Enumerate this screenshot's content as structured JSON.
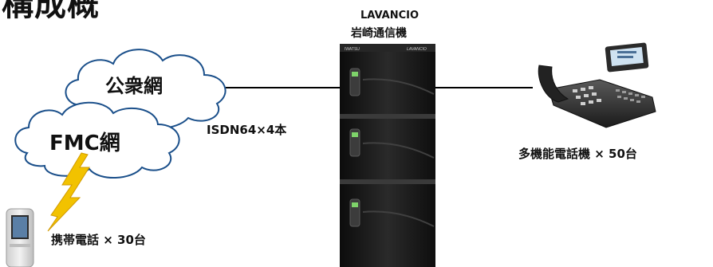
{
  "title_fragment": "構成概",
  "pbx": {
    "model": "LAVANCIO",
    "maker": "岩崎通信機",
    "brand_mark_left": "IWATSU",
    "brand_mark_right": "LAVANCIO"
  },
  "public_network": {
    "label": "公衆網"
  },
  "fmc_network": {
    "label": "FMC網"
  },
  "isdn_line": {
    "label": "ISDN64×4本"
  },
  "desk_phone": {
    "label": "多機能電話機 × 50台"
  },
  "mobile_phone": {
    "label": "携帯電話 × 30台"
  },
  "colors": {
    "lightning_bolt": "#f2c200",
    "pbx_body": "#1a1a1a",
    "cloud_outline": "#1a4f8a"
  }
}
